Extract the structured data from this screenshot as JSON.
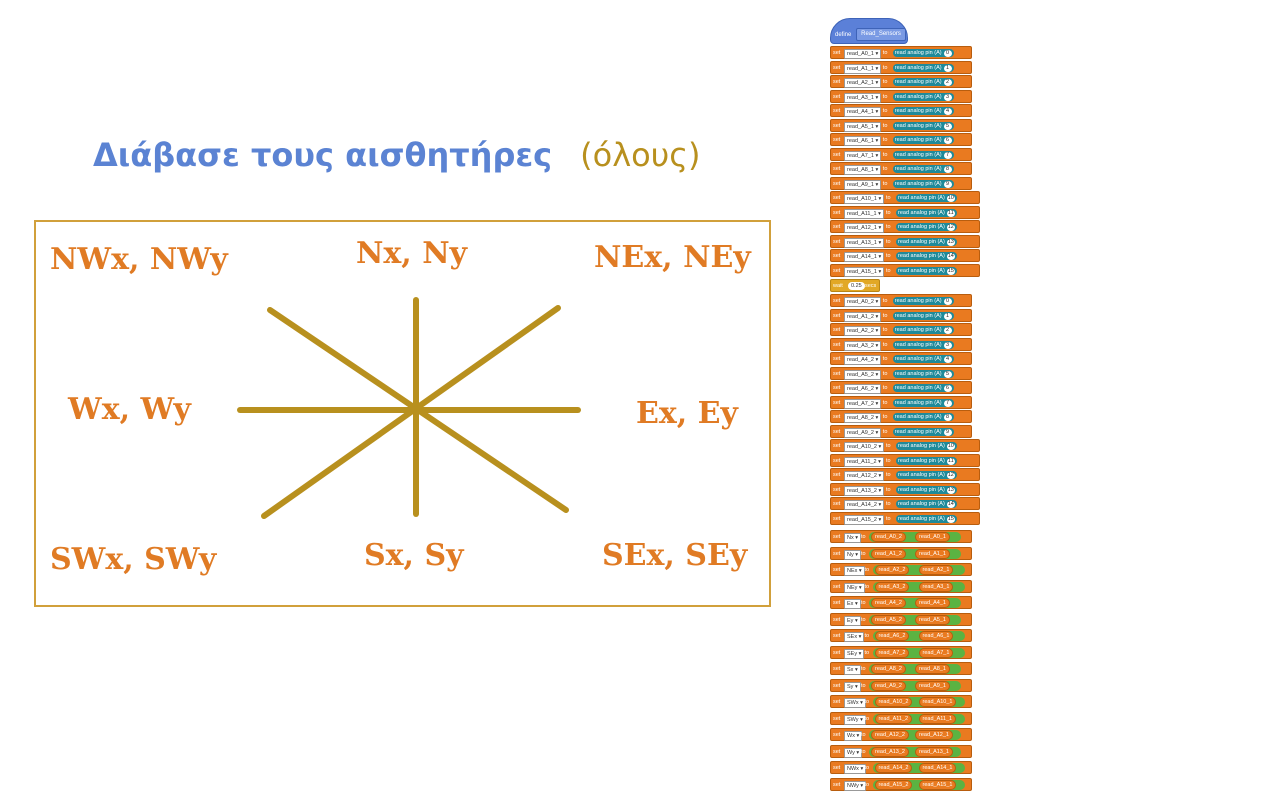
{
  "title": {
    "main": "Διάβασε τους αισθητήρες",
    "aside": "(όλους)"
  },
  "directions": {
    "nw": "NWx, NWy",
    "n": "Nx, Ny",
    "ne": "NEx, NEy",
    "w": "Wx, Wy",
    "e": "Ex, Ey",
    "sw": "SWx, SWy",
    "s": "Sx, Sy",
    "se": "SEx, SEy"
  },
  "colors": {
    "title": "#5b83d3",
    "aside": "#b8901e",
    "label": "#e07b24",
    "frame": "#d1a03b",
    "rose": "#b8901e"
  },
  "script": {
    "define_label": "define",
    "proc_name": "Read_Sensors",
    "set_kw": "set",
    "to_kw": "to",
    "reporter_text": "read analog pin (A)",
    "wait_kw": "wait",
    "wait_value": "0.25",
    "wait_unit": "secs",
    "reads_1": [
      {
        "var": "read_A0_1",
        "pin": "0"
      },
      {
        "var": "read_A1_1",
        "pin": "1"
      },
      {
        "var": "read_A2_1",
        "pin": "2"
      },
      {
        "var": "read_A3_1",
        "pin": "3"
      },
      {
        "var": "read_A4_1",
        "pin": "4"
      },
      {
        "var": "read_A5_1",
        "pin": "5"
      },
      {
        "var": "read_A6_1",
        "pin": "6"
      },
      {
        "var": "read_A7_1",
        "pin": "7"
      },
      {
        "var": "read_A8_1",
        "pin": "8"
      },
      {
        "var": "read_A9_1",
        "pin": "9"
      },
      {
        "var": "read_A10_1",
        "pin": "10"
      },
      {
        "var": "read_A11_1",
        "pin": "11"
      },
      {
        "var": "read_A12_1",
        "pin": "12"
      },
      {
        "var": "read_A13_1",
        "pin": "13"
      },
      {
        "var": "read_A14_1",
        "pin": "14"
      },
      {
        "var": "read_A15_1",
        "pin": "15"
      }
    ],
    "reads_2": [
      {
        "var": "read_A0_2",
        "pin": "0"
      },
      {
        "var": "read_A1_2",
        "pin": "1"
      },
      {
        "var": "read_A2_2",
        "pin": "2"
      },
      {
        "var": "read_A3_2",
        "pin": "3"
      },
      {
        "var": "read_A4_2",
        "pin": "4"
      },
      {
        "var": "read_A5_2",
        "pin": "5"
      },
      {
        "var": "read_A6_2",
        "pin": "6"
      },
      {
        "var": "read_A7_2",
        "pin": "7"
      },
      {
        "var": "read_A8_2",
        "pin": "8"
      },
      {
        "var": "read_A9_2",
        "pin": "9"
      },
      {
        "var": "read_A10_2",
        "pin": "10"
      },
      {
        "var": "read_A11_2",
        "pin": "11"
      },
      {
        "var": "read_A12_2",
        "pin": "12"
      },
      {
        "var": "read_A13_2",
        "pin": "13"
      },
      {
        "var": "read_A14_2",
        "pin": "14"
      },
      {
        "var": "read_A15_2",
        "pin": "15"
      }
    ],
    "diffs": [
      {
        "var": "Nx",
        "a": "read_A0_2",
        "b": "read_A0_1"
      },
      {
        "var": "Ny",
        "a": "read_A1_2",
        "b": "read_A1_1"
      },
      {
        "var": "NEx",
        "a": "read_A2_2",
        "b": "read_A2_1"
      },
      {
        "var": "NEy",
        "a": "read_A3_2",
        "b": "read_A3_1"
      },
      {
        "var": "Ex",
        "a": "read_A4_2",
        "b": "read_A4_1"
      },
      {
        "var": "Ey",
        "a": "read_A5_2",
        "b": "read_A5_1"
      },
      {
        "var": "SEx",
        "a": "read_A6_2",
        "b": "read_A6_1"
      },
      {
        "var": "SEy",
        "a": "read_A7_2",
        "b": "read_A7_1"
      },
      {
        "var": "Sx",
        "a": "read_A8_2",
        "b": "read_A8_1"
      },
      {
        "var": "Sy",
        "a": "read_A9_2",
        "b": "read_A9_1"
      },
      {
        "var": "SWx",
        "a": "read_A10_2",
        "b": "read_A10_1"
      },
      {
        "var": "SWy",
        "a": "read_A11_2",
        "b": "read_A11_1"
      },
      {
        "var": "Wx",
        "a": "read_A12_2",
        "b": "read_A12_1"
      },
      {
        "var": "Wy",
        "a": "read_A13_2",
        "b": "read_A13_1"
      },
      {
        "var": "NWx",
        "a": "read_A14_2",
        "b": "read_A14_1"
      },
      {
        "var": "NWy",
        "a": "read_A15_2",
        "b": "read_A15_1"
      }
    ]
  }
}
